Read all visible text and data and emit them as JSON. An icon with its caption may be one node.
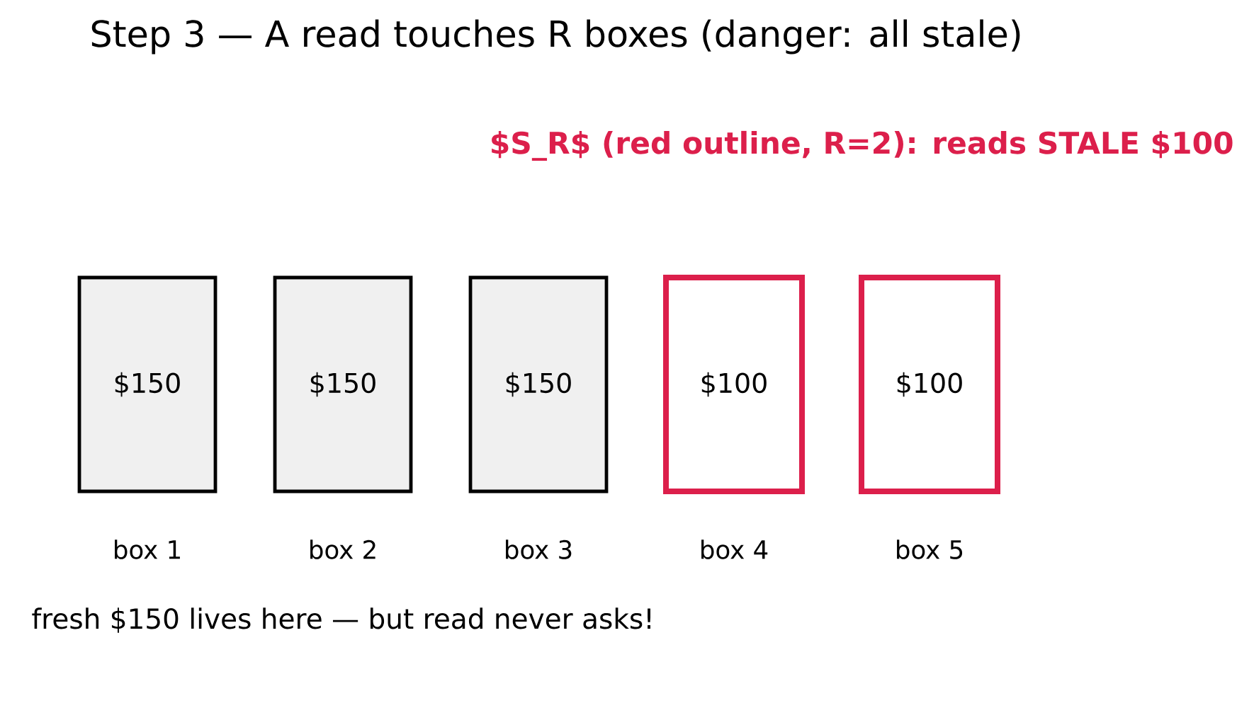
{
  "diagram": {
    "title": "Step 3 — A read touches R boxes (danger: all stale)",
    "nodes": [
      {
        "text": [
          "$150"
        ],
        "beside": [
          "box 1"
        ]
      },
      {
        "text": [
          "$150"
        ],
        "beside": [
          "box 2"
        ]
      },
      {
        "text": [
          "$150"
        ],
        "beside": [
          "box 3"
        ]
      },
      {
        "text": [
          "$100"
        ],
        "beside": [
          "box 4"
        ]
      },
      {
        "text": [
          "$100"
        ],
        "beside": [
          "box 5"
        ]
      }
    ],
    "labels": [
      "$S_R$ (red outline, R=2): reads STALE $100",
      "fresh $150 lives here — but read never asks!"
    ]
  }
}
